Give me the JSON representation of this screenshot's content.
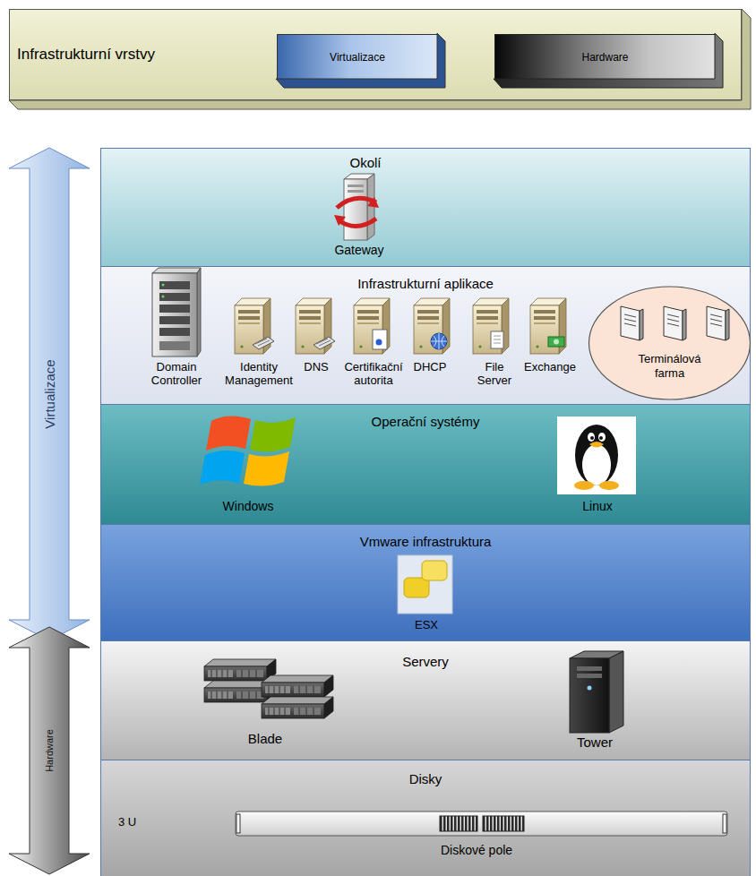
{
  "diagram": {
    "nodes": [
      {
        "text": [
          "Infrastrukturní vrstvy"
        ]
      },
      {
        "text": [
          "Virtualizace"
        ],
        "in": 0
      },
      {
        "text": [
          "Hardware"
        ],
        "in": 0
      },
      {
        "text": [
          "Okolí"
        ]
      },
      {
        "text": [
          "Infrastrukturní aplikace"
        ]
      },
      {
        "text": [
          "Terminálová farma"
        ],
        "in": 4
      },
      {
        "text": [
          "Operační systémy"
        ]
      },
      {
        "text": [
          "Vmware infrastruktura"
        ]
      },
      {
        "text": [
          "Servery"
        ]
      },
      {
        "text": [
          "Disky"
        ]
      }
    ],
    "labels": [
      "Virtualizace",
      "Gateway",
      "Domain Controller",
      "Identity Management",
      "DNS",
      "Certifikační autorita",
      "DHCP",
      "File Server",
      "Exchange",
      "Windows",
      "Linux",
      "ESX",
      "Hardware",
      "Blade",
      "Tower",
      "3 U",
      "Diskové pole"
    ]
  }
}
